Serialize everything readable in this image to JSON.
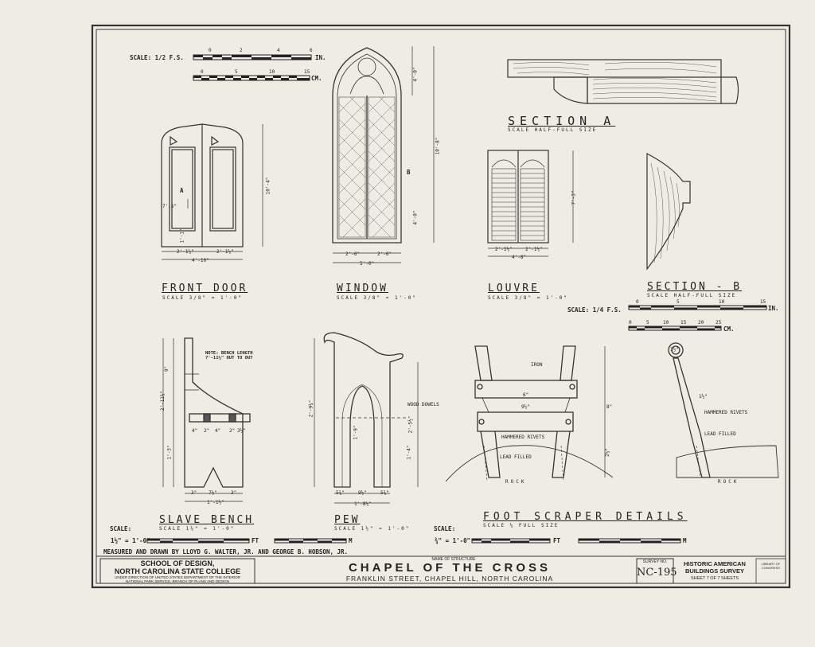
{
  "scales": {
    "half_fs_label": "SCALE: 1/2 F.S.",
    "half_fs_in": [
      "0",
      "2",
      "4",
      "6",
      "IN."
    ],
    "half_fs_cm": [
      "0",
      "5",
      "10",
      "15",
      "CM."
    ],
    "quarter_fs_label": "SCALE: 1/4 F.S.",
    "quarter_fs_in": [
      "0",
      "5",
      "10",
      "15",
      "IN."
    ],
    "quarter_fs_cm": [
      "0",
      "5",
      "10",
      "15",
      "20",
      "25",
      "CM."
    ],
    "bottom_left_label": "SCALE:",
    "bottom_left_value": "1½\" = 1'-0\"",
    "bottom_left_unit1": "FT",
    "bottom_left_unit2": "M",
    "bottom_right_label": "SCALE:",
    "bottom_right_value": "¾\" = 1'-0\"",
    "bottom_right_unit1": "FT",
    "bottom_right_unit2": "M"
  },
  "views": {
    "front_door": {
      "title": "FRONT DOOR",
      "scale": "SCALE 3/8\" = 1'-0\"",
      "dims": [
        "10'-4\"",
        "2'-1¼\"",
        "2'-1¼\"",
        "4'-10\"",
        "A",
        "7'-5\"",
        "1'-1\""
      ]
    },
    "window": {
      "title": "WINDOW",
      "scale": "SCALE 3/8\" = 1'-0\"",
      "dims": [
        "4'-0\"",
        "10'-8\"",
        "4'-0\"",
        "B",
        "2'-6\"",
        "2'-6\"",
        "5'-0\""
      ]
    },
    "section_a": {
      "title": "SECTION A",
      "scale": "SCALE     HALF-FULL SIZE"
    },
    "louvre": {
      "title": "LOUVRE",
      "scale": "SCALE 3/8\" = 1'-0\"",
      "dims": [
        "7'-3\"",
        "2'-1½\"",
        "2'-1½\"",
        "4'-8\""
      ]
    },
    "section_b": {
      "title": "SECTION - B",
      "scale": "SCALE  HALF-FULL SIZE"
    },
    "slave_bench": {
      "title": "SLAVE BENCH",
      "scale": "SCALE 1½\" = 1'-0\"",
      "note": "NOTE: BENCH LENGTH 7'-11½\" OUT TO OUT",
      "dims": [
        "2'-11½\"",
        "1'-3\"",
        "9\"",
        "4\"",
        "2\"",
        "4\"",
        "2\"",
        "3½\"",
        "3\"",
        "7½\"",
        "3\"",
        "1'-1½\""
      ]
    },
    "pew": {
      "title": "PEW",
      "scale": "SCALE 1½\" = 1'-0\"",
      "note": "WOOD DOWELS",
      "dims": [
        "2'-9¼\"",
        "2'-5½\"",
        "1'-9\"",
        "1'-4\"",
        "5¾\"",
        "9½\"",
        "5¾\"",
        "1'-8¼\""
      ]
    },
    "foot_scraper": {
      "title": "FOOT SCRAPER DETAILS",
      "scale": "SCALE      ¼ FULL SIZE",
      "notes": [
        "IRON",
        "HAMMERED RIVETS",
        "LEAD FILLED",
        "ROCK",
        "HAMMERED RIVETS",
        "LEAD FILLED",
        "ROCK"
      ],
      "dims": [
        "6\"",
        "9½\"",
        "8\"",
        "2½\"",
        "1½\"",
        "1½\""
      ]
    }
  },
  "credits": "MEASURED AND DRAWN BY   LLOYD G. WALTER, JR.  AND  GEORGE B. HOBSON, JR.",
  "title_block": {
    "school_line1": "SCHOOL OF DESIGN,",
    "school_line2": "NORTH CAROLINA STATE COLLEGE",
    "school_line3": "UNDER DIRECTION OF UNITED STATES DEPARTMENT OF THE INTERIOR",
    "school_line4": "NATIONAL PARK SERVICE, BRANCH OF PLANS AND DESIGN",
    "name_label": "NAME OF STRUCTURE",
    "structure_name": "CHAPEL OF THE CROSS",
    "location": "FRANKLIN STREET, CHAPEL HILL, NORTH CAROLINA",
    "survey_label": "SURVEY NO.",
    "survey_no": "NC-195",
    "habs_line1": "HISTORIC AMERICAN",
    "habs_line2": "BUILDINGS SURVEY",
    "sheet": "SHEET 7 OF 7 SHEETS",
    "stamp": "LIBRARY OF CONGRESS"
  }
}
